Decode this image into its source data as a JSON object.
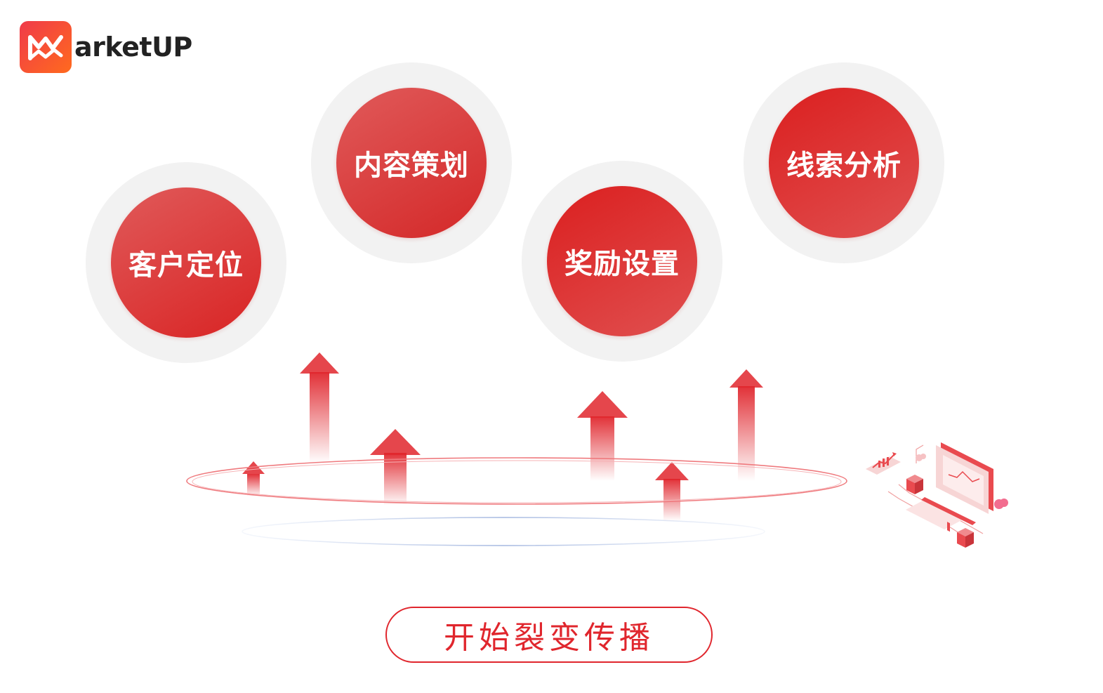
{
  "brand": {
    "name": "arketUP",
    "logo_icon": "marketup-m-logo",
    "accent": "#e0262d",
    "accent_secondary": "#ff6a1e"
  },
  "nodes": [
    {
      "label": "客户定位"
    },
    {
      "label": "内容策划"
    },
    {
      "label": "奖励设置"
    },
    {
      "label": "线索分析"
    }
  ],
  "cta": {
    "label": "开始裂变传播"
  },
  "illustration": {
    "icon": "analytics-dashboard-illustration"
  }
}
